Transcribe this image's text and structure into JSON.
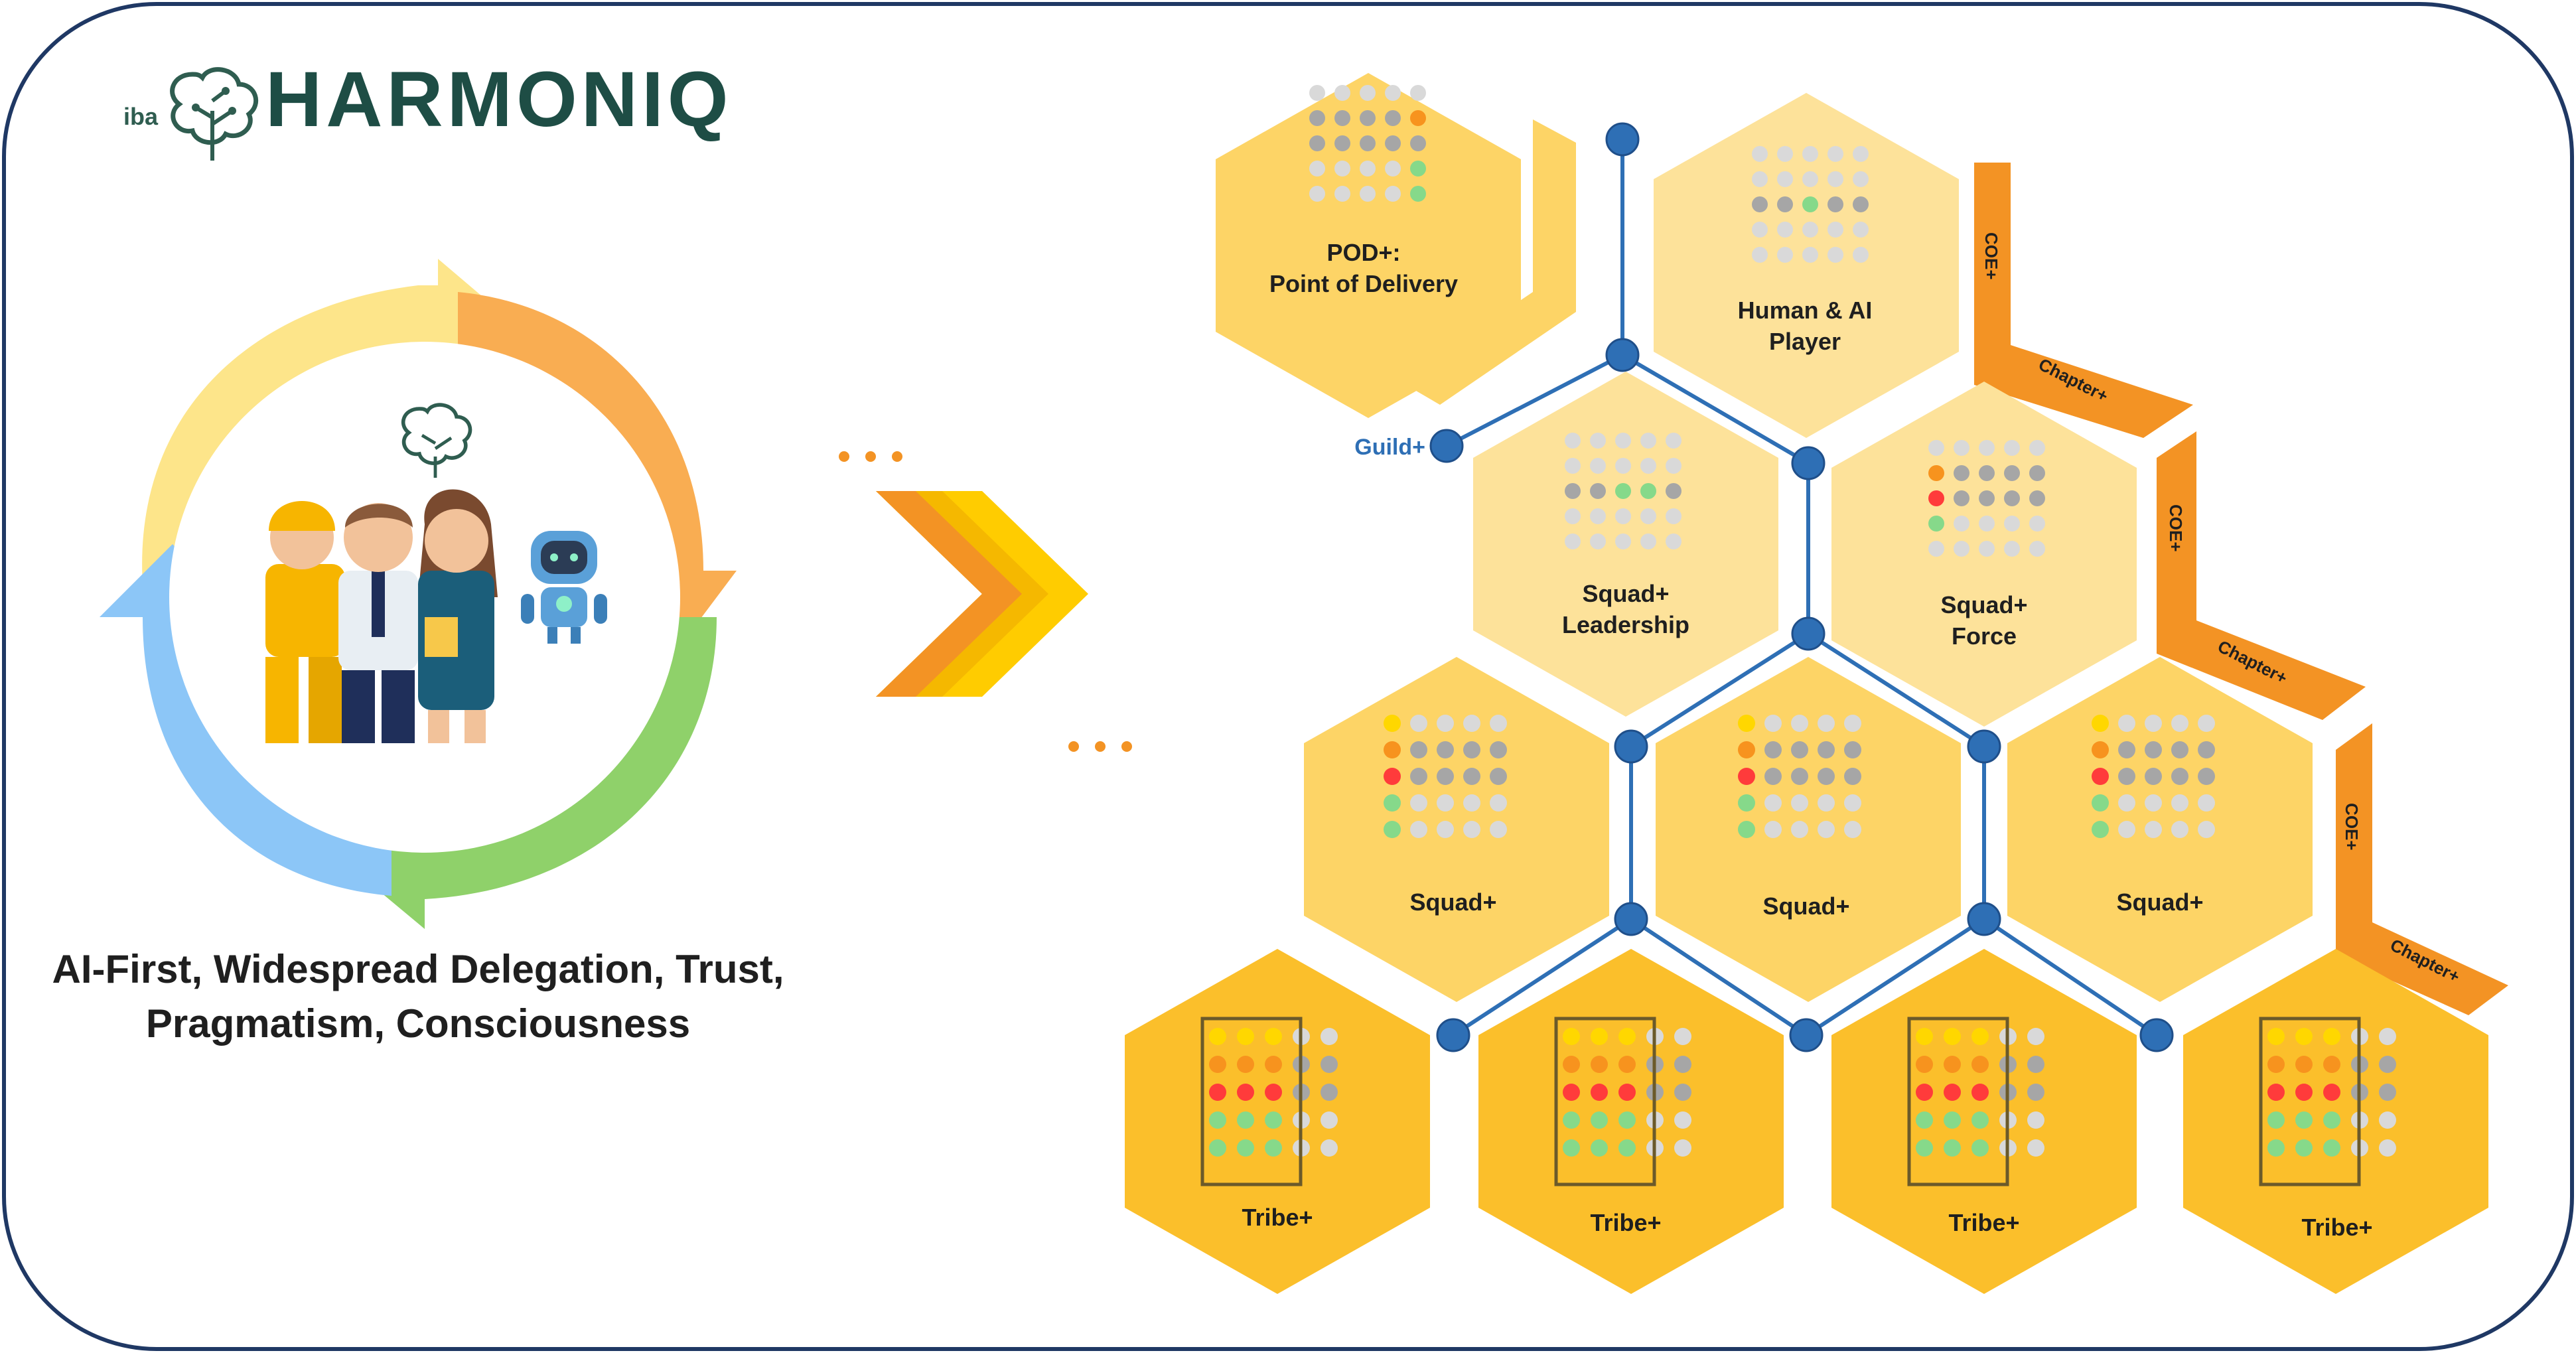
{
  "brand": {
    "name": "HARMONIQ",
    "logo_small_text": "iba"
  },
  "tagline": {
    "line1": "AI-First, Widespread Delegation, Trust,",
    "line2": "Pragmatism, Consciousness"
  },
  "cycle_icons": [
    "cycle-arrow-yellow",
    "cycle-arrow-orange",
    "cycle-arrow-green",
    "cycle-arrow-blue",
    "worker-icon",
    "businessman-icon",
    "businesswoman-icon",
    "robot-icon"
  ],
  "cells": {
    "pod": {
      "line1": "POD+:",
      "line2": "Point of Delivery"
    },
    "player": {
      "line1": "Human & AI",
      "line2": "Player"
    },
    "squad_leadership": {
      "line1": "Squad+",
      "line2": "Leadership"
    },
    "squad_force": {
      "line1": "Squad+",
      "line2": "Force"
    },
    "squad_1": "Squad+",
    "squad_2": "Squad+",
    "squad_3": "Squad+",
    "tribe_1": "Tribe+",
    "tribe_2": "Tribe+",
    "tribe_3": "Tribe+",
    "tribe_4": "Tribe+"
  },
  "labels": {
    "guild": "Guild+",
    "coe": "COE+",
    "chapter": "Chapter+"
  },
  "colors": {
    "frame": "#1f3864",
    "hex_light": "#fde29a",
    "hex_mid": "#fdd466",
    "hex_dark": "#fbbf2b",
    "connector": "#2e6fb5",
    "band_orange": "#f39324",
    "dot_gray": "#a6a6a6",
    "dot_yellow": "#ffd700",
    "dot_orange": "#f7931e",
    "dot_red": "#ff3b3b",
    "dot_green": "#86d98a"
  }
}
